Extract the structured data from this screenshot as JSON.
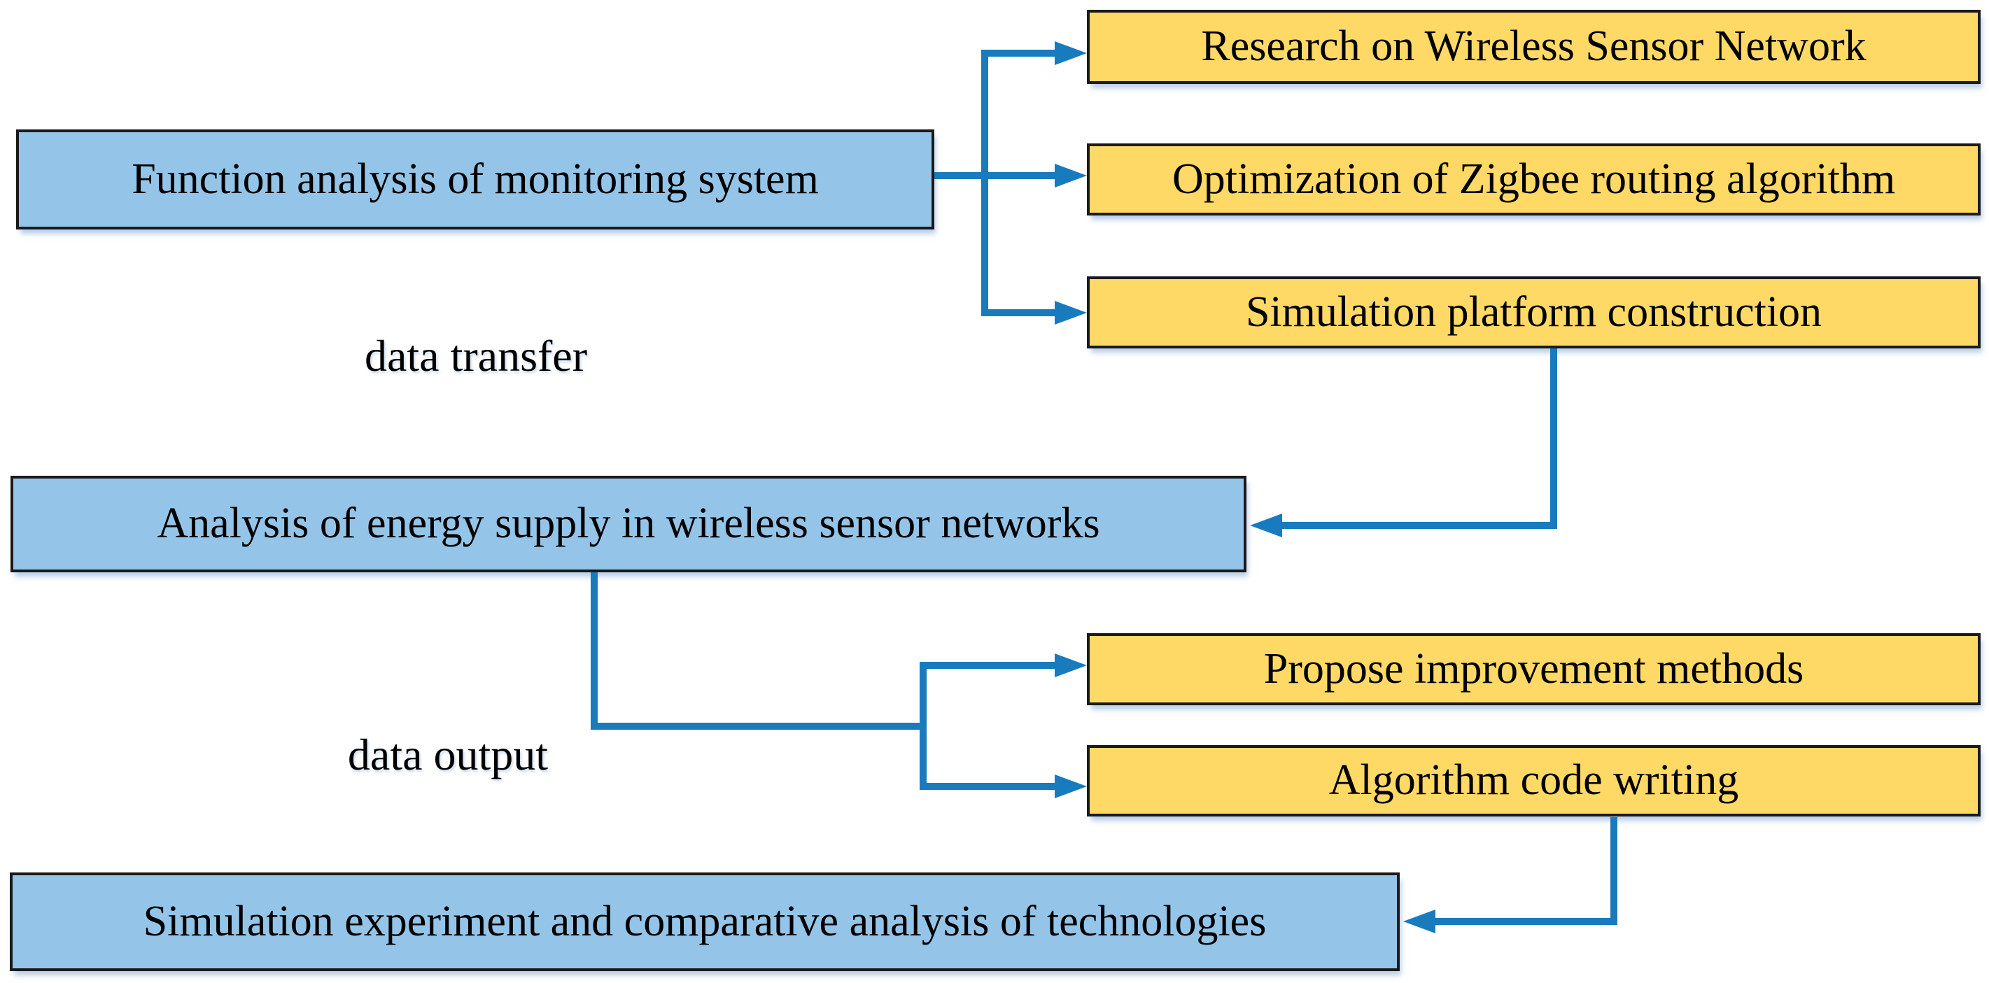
{
  "diagram": {
    "nodes": {
      "function_analysis": {
        "label": "Function analysis of monitoring system"
      },
      "research_wsn": {
        "label": "Research on Wireless Sensor Network"
      },
      "zigbee_optimization": {
        "label": "Optimization of Zigbee routing algorithm"
      },
      "simulation_platform": {
        "label": "Simulation platform construction"
      },
      "energy_analysis": {
        "label": "Analysis of energy supply in wireless sensor networks"
      },
      "propose_methods": {
        "label": "Propose improvement methods"
      },
      "algorithm_code": {
        "label": "Algorithm code writing"
      },
      "simulation_experiment": {
        "label": "Simulation experiment and comparative analysis of technologies"
      }
    },
    "annotations": {
      "data_transfer": "data transfer",
      "data_output": "data output"
    },
    "colors": {
      "process_box_fill": "#94C5E8",
      "task_box_fill": "#FFD966",
      "box_border": "#1A1A1A",
      "connector": "#187BBE",
      "text": "#000000",
      "background": "#FFFFFF"
    }
  }
}
